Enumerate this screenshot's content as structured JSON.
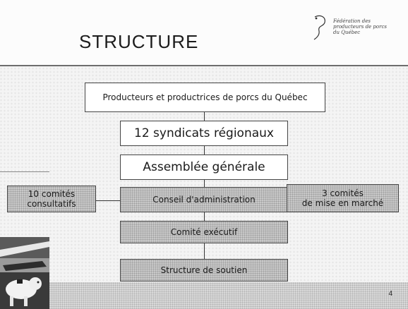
{
  "slide": {
    "title": "STRUCTURE",
    "page_number": "4"
  },
  "logo": {
    "lines": [
      "Fédération des",
      "producteurs de porcs",
      "du Québec"
    ]
  },
  "diagram": {
    "top": "Producteurs et productrices de porcs du Québec",
    "syndicats": "12 syndicats régionaux",
    "assemblee": "Assemblée générale",
    "conseil": "Conseil d'administration",
    "executif": "Comité exécutif",
    "soutien": "Structure de soutien",
    "left_line1": "10 comités",
    "left_line2": "consultatifs",
    "right_line1": "3 comités",
    "right_line2": "de mise en marché"
  },
  "colors": {
    "gray_box": "#c9c9c9",
    "white_box": "#ffffff",
    "header_rule": "#6d6d6d"
  }
}
